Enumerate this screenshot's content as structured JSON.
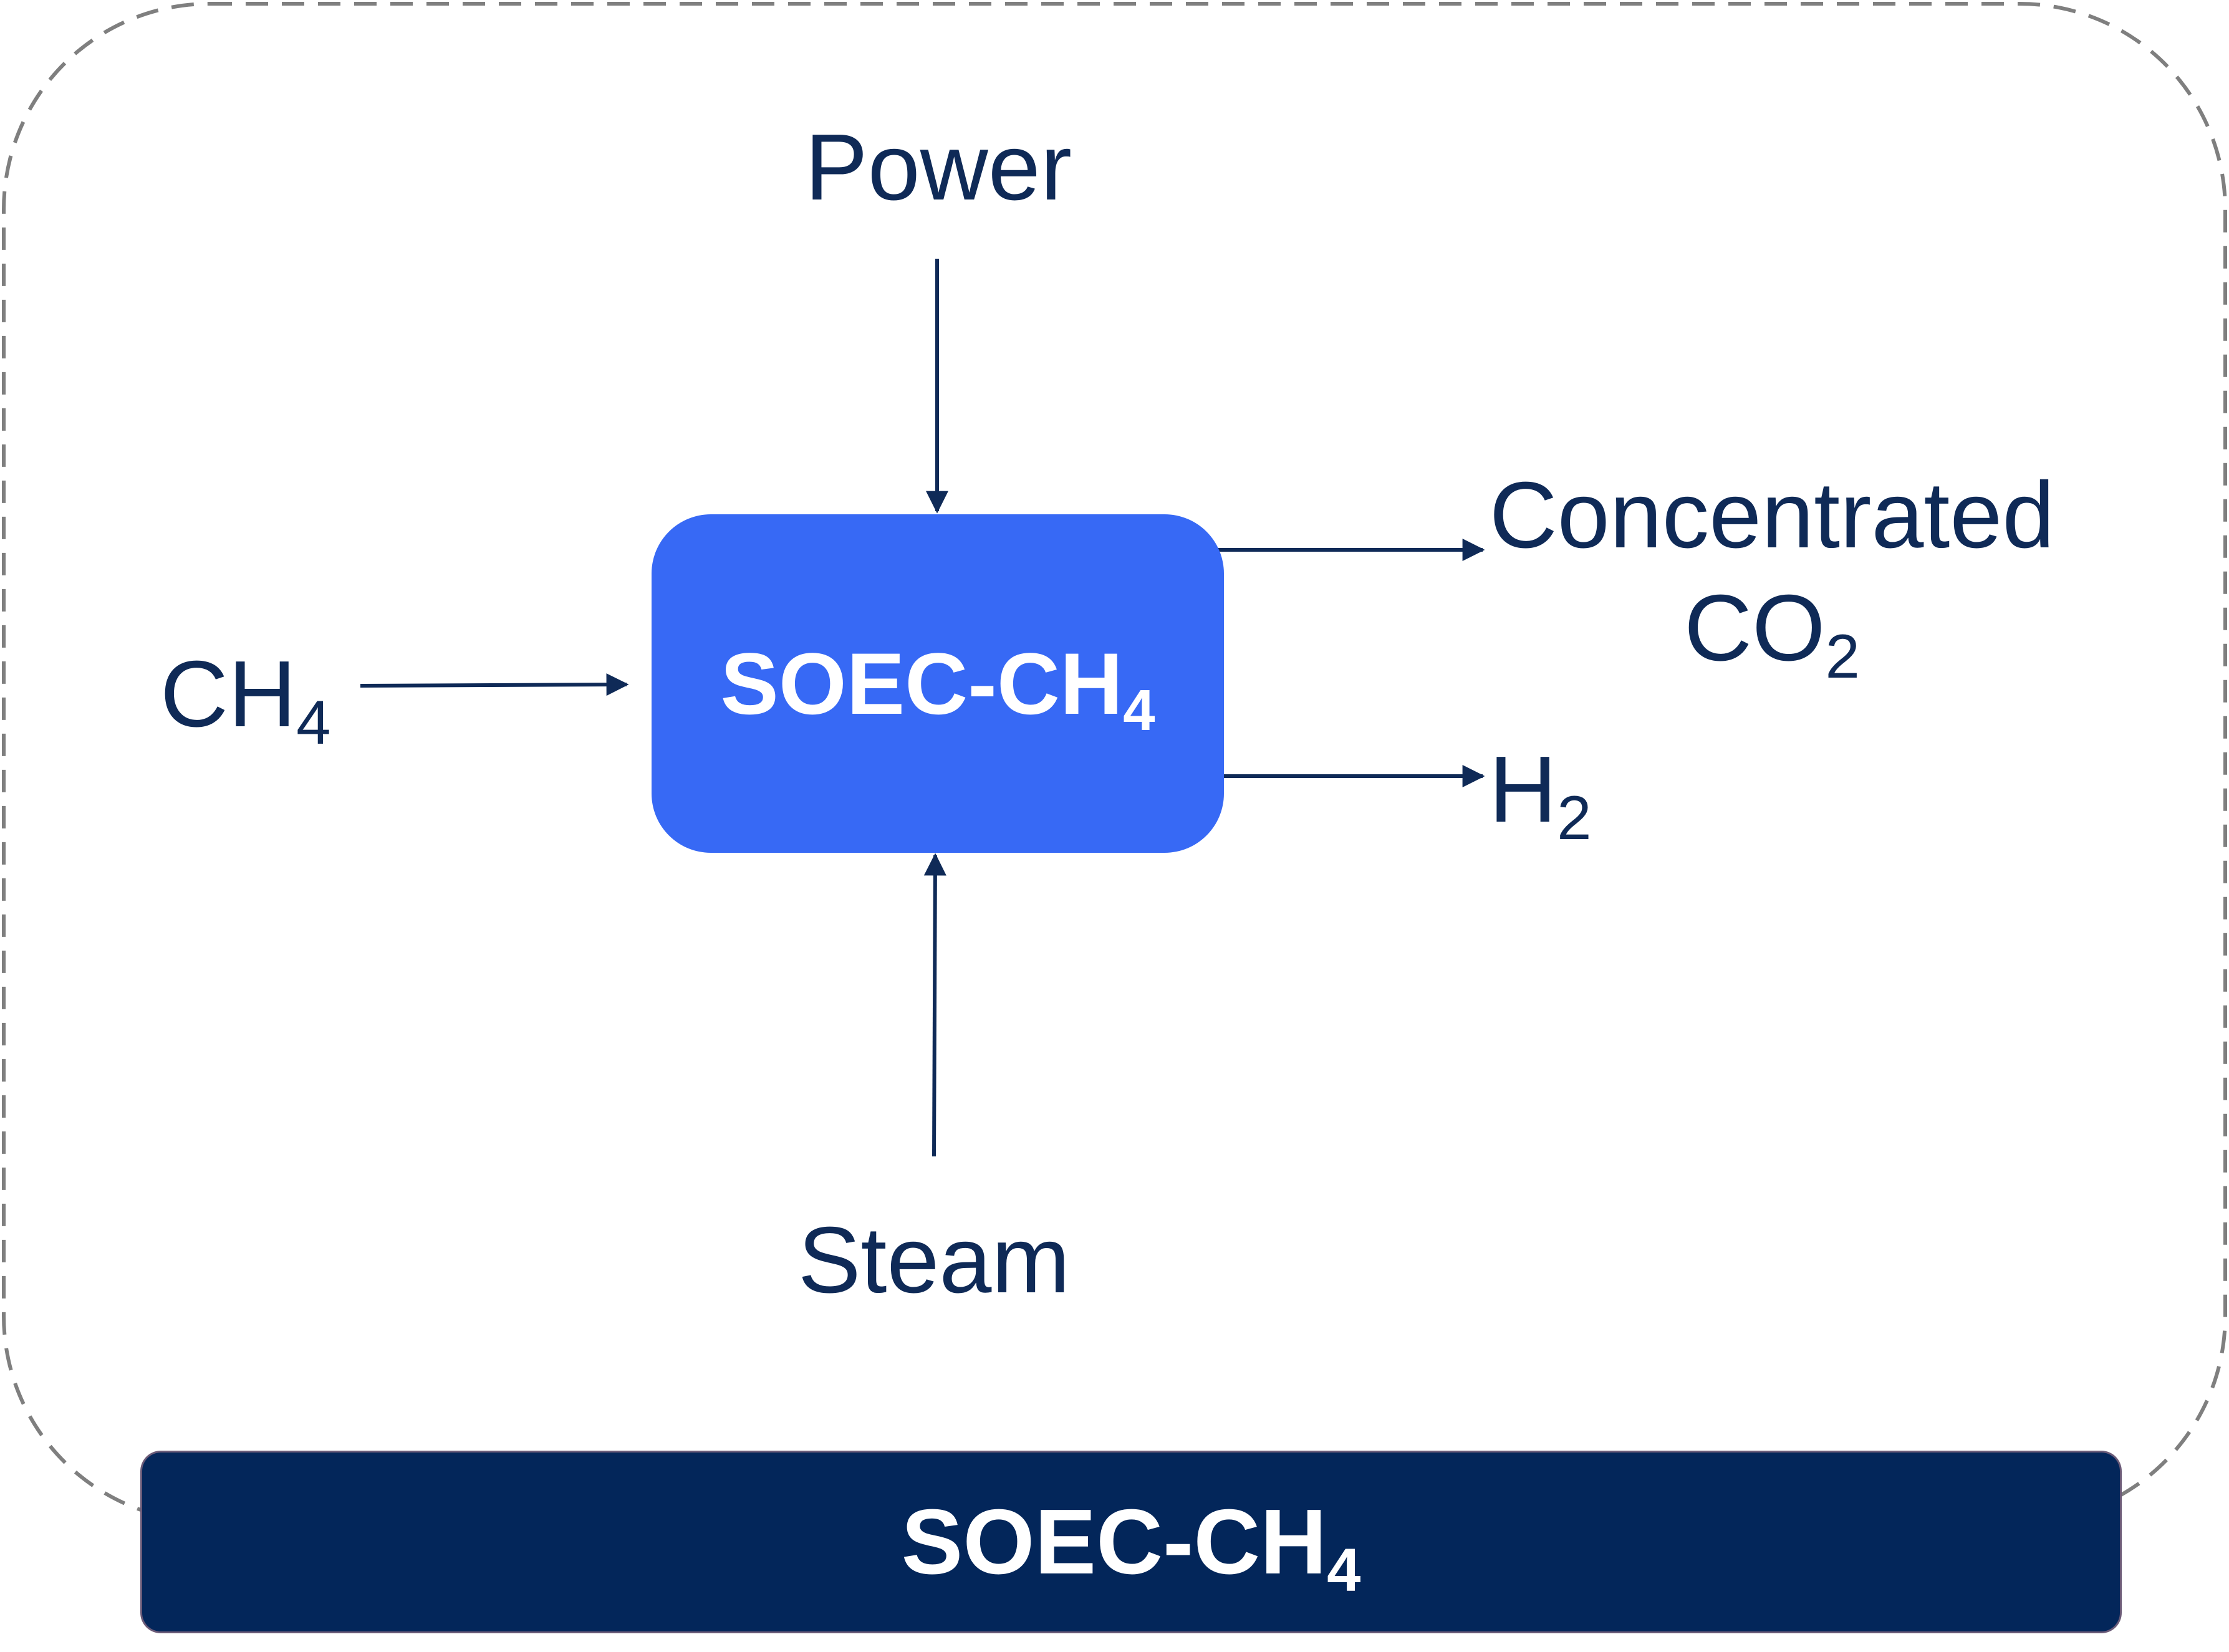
{
  "colors": {
    "process_box": "#3769f5",
    "banner": "#03265a",
    "text": "#0f2a57",
    "arrow": "#0f2a57",
    "boundary_dash": "#7f7f7f"
  },
  "inputs": {
    "power": "Power",
    "steam": "Steam",
    "ch4": {
      "base": "CH",
      "sub": "4"
    }
  },
  "outputs": {
    "co2": {
      "line1": "Concentrated",
      "base": "CO",
      "sub": "2"
    },
    "h2": {
      "base": "H",
      "sub": "2"
    }
  },
  "process": {
    "base": "SOEC-CH",
    "sub": "4"
  },
  "banner": {
    "base": "SOEC-CH",
    "sub": "4"
  }
}
